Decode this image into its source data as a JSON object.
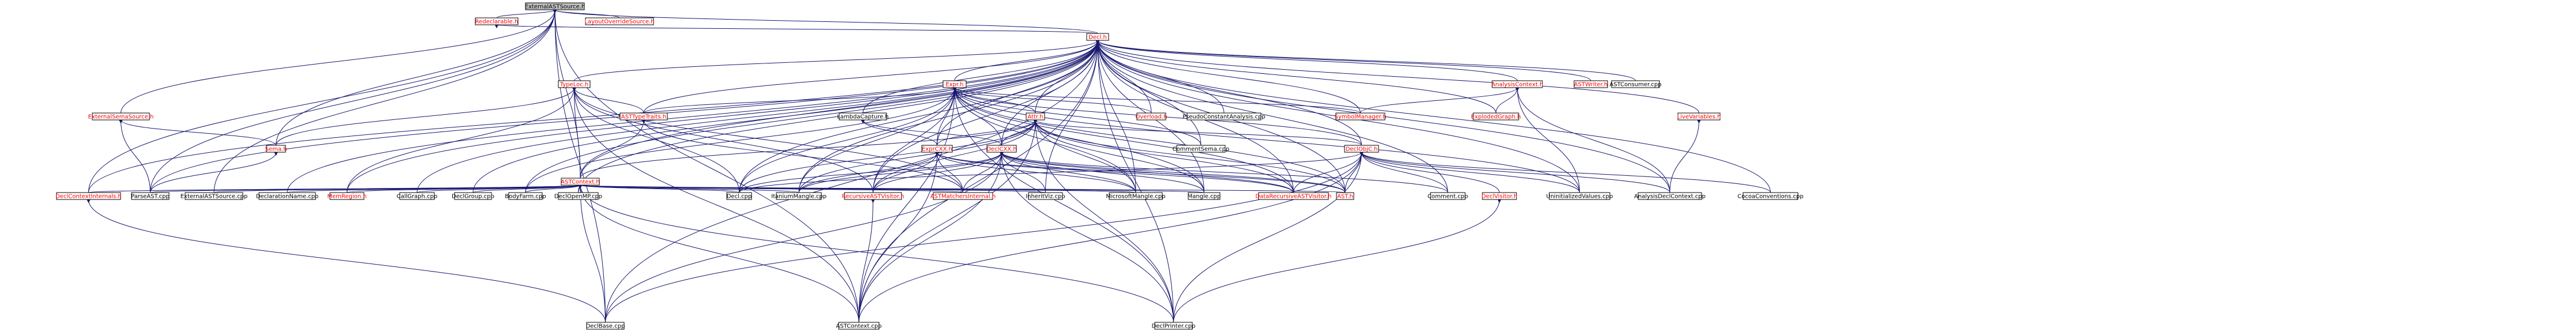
{
  "colors": {
    "edge": "#191970",
    "header_text": "#ff0000",
    "source_text": "#000000",
    "root_fill": "#bfbfbf",
    "node_fill": "#ffffff"
  },
  "nodes": [
    {
      "id": "n0",
      "label": "ExternalASTSource.h",
      "kind": "root"
    },
    {
      "id": "n1",
      "label": "Redeclarable.h",
      "kind": "header"
    },
    {
      "id": "n2",
      "label": "LayoutOverrideSource.h",
      "kind": "header"
    },
    {
      "id": "n3",
      "label": "Decl.h",
      "kind": "header"
    },
    {
      "id": "n4",
      "label": "TypeLoc.h",
      "kind": "header"
    },
    {
      "id": "n5",
      "label": "Expr.h",
      "kind": "header"
    },
    {
      "id": "n6",
      "label": "AnalysisContext.h",
      "kind": "header"
    },
    {
      "id": "n7",
      "label": "ASTWriter.h",
      "kind": "header"
    },
    {
      "id": "n8",
      "label": "ASTConsumer.cpp",
      "kind": "source"
    },
    {
      "id": "n9",
      "label": "ExternalSemaSource.h",
      "kind": "header"
    },
    {
      "id": "n10",
      "label": "ASTTypeTraits.h",
      "kind": "header"
    },
    {
      "id": "n11",
      "label": "LambdaCapture.h",
      "kind": "source"
    },
    {
      "id": "n12",
      "label": "Attr.h",
      "kind": "header"
    },
    {
      "id": "n13",
      "label": "Overload.h",
      "kind": "header"
    },
    {
      "id": "n14",
      "label": "PseudoConstantAnalysis.cpp",
      "kind": "source"
    },
    {
      "id": "n15",
      "label": "SymbolManager.h",
      "kind": "header"
    },
    {
      "id": "n16",
      "label": "ExplodedGraph.h",
      "kind": "header"
    },
    {
      "id": "n17",
      "label": "LiveVariables.h",
      "kind": "header"
    },
    {
      "id": "n18",
      "label": "Sema.h",
      "kind": "header"
    },
    {
      "id": "n19",
      "label": "ExprCXX.h",
      "kind": "header"
    },
    {
      "id": "n20",
      "label": "DeclCXX.h",
      "kind": "header"
    },
    {
      "id": "n21",
      "label": "CommentSema.cpp",
      "kind": "source"
    },
    {
      "id": "n22",
      "label": "DeclObjC.h",
      "kind": "header"
    },
    {
      "id": "n23",
      "label": "ASTContext.h",
      "kind": "header"
    },
    {
      "id": "n24",
      "label": "DeclContextInternals.h",
      "kind": "header"
    },
    {
      "id": "n25",
      "label": "ParseAST.cpp",
      "kind": "source"
    },
    {
      "id": "n26",
      "label": "ExternalASTSource.cpp",
      "kind": "source"
    },
    {
      "id": "n27",
      "label": "DeclarationName.cpp",
      "kind": "source"
    },
    {
      "id": "n28",
      "label": "MemRegion.h",
      "kind": "header"
    },
    {
      "id": "n29",
      "label": "CallGraph.cpp",
      "kind": "source"
    },
    {
      "id": "n30",
      "label": "DeclGroup.cpp",
      "kind": "source"
    },
    {
      "id": "n31",
      "label": "BodyFarm.cpp",
      "kind": "source"
    },
    {
      "id": "n32",
      "label": "DeclOpenMP.cpp",
      "kind": "source"
    },
    {
      "id": "n33",
      "label": "Decl.cpp",
      "kind": "source"
    },
    {
      "id": "n34",
      "label": "ItaniumMangle.cpp",
      "kind": "source"
    },
    {
      "id": "n35",
      "label": "RecursiveASTVisitor.h",
      "kind": "header"
    },
    {
      "id": "n36",
      "label": "ASTMatchersInternal.h",
      "kind": "header"
    },
    {
      "id": "n37",
      "label": "InheritViz.cpp",
      "kind": "source"
    },
    {
      "id": "n38",
      "label": "MicrosoftMangle.cpp",
      "kind": "source"
    },
    {
      "id": "n39",
      "label": "Mangle.cpp",
      "kind": "source"
    },
    {
      "id": "n40",
      "label": "DataRecursiveASTVisitor.h",
      "kind": "header"
    },
    {
      "id": "n41",
      "label": "AST.h",
      "kind": "header"
    },
    {
      "id": "n42",
      "label": "Comment.cpp",
      "kind": "source"
    },
    {
      "id": "n43",
      "label": "DeclVisitor.h",
      "kind": "header"
    },
    {
      "id": "n44",
      "label": "UninitializedValues.cpp",
      "kind": "source"
    },
    {
      "id": "n45",
      "label": "AnalysisDeclContext.cpp",
      "kind": "source"
    },
    {
      "id": "n46",
      "label": "CocoaConventions.cpp",
      "kind": "source"
    },
    {
      "id": "n47",
      "label": "DeclBase.cpp",
      "kind": "source"
    },
    {
      "id": "n48",
      "label": "ASTContext.cpp",
      "kind": "source"
    },
    {
      "id": "n49",
      "label": "DeclPrinter.cpp",
      "kind": "source"
    }
  ],
  "edges": [
    [
      "n0",
      "n1"
    ],
    [
      "n0",
      "n2"
    ],
    [
      "n0",
      "n3"
    ],
    [
      "n0",
      "n9"
    ],
    [
      "n0",
      "n18"
    ],
    [
      "n0",
      "n23"
    ],
    [
      "n0",
      "n24"
    ],
    [
      "n0",
      "n25"
    ],
    [
      "n0",
      "n26"
    ],
    [
      "n0",
      "n47"
    ],
    [
      "n0",
      "n48"
    ],
    [
      "n1",
      "n3"
    ],
    [
      "n3",
      "n4"
    ],
    [
      "n3",
      "n5"
    ],
    [
      "n3",
      "n6"
    ],
    [
      "n3",
      "n7"
    ],
    [
      "n3",
      "n8"
    ],
    [
      "n3",
      "n10"
    ],
    [
      "n3",
      "n11"
    ],
    [
      "n3",
      "n12"
    ],
    [
      "n3",
      "n13"
    ],
    [
      "n3",
      "n14"
    ],
    [
      "n3",
      "n15"
    ],
    [
      "n3",
      "n16"
    ],
    [
      "n3",
      "n17"
    ],
    [
      "n3",
      "n19"
    ],
    [
      "n3",
      "n20"
    ],
    [
      "n3",
      "n21"
    ],
    [
      "n3",
      "n22"
    ],
    [
      "n3",
      "n23"
    ],
    [
      "n3",
      "n24"
    ],
    [
      "n3",
      "n25"
    ],
    [
      "n3",
      "n27"
    ],
    [
      "n3",
      "n28"
    ],
    [
      "n3",
      "n29"
    ],
    [
      "n3",
      "n30"
    ],
    [
      "n3",
      "n31"
    ],
    [
      "n3",
      "n32"
    ],
    [
      "n3",
      "n33"
    ],
    [
      "n3",
      "n34"
    ],
    [
      "n3",
      "n35"
    ],
    [
      "n3",
      "n37"
    ],
    [
      "n3",
      "n38"
    ],
    [
      "n3",
      "n39"
    ],
    [
      "n3",
      "n40"
    ],
    [
      "n3",
      "n41"
    ],
    [
      "n3",
      "n42"
    ],
    [
      "n3",
      "n44"
    ],
    [
      "n3",
      "n45"
    ],
    [
      "n3",
      "n46"
    ],
    [
      "n3",
      "n47"
    ],
    [
      "n3",
      "n48"
    ],
    [
      "n3",
      "n49"
    ],
    [
      "n4",
      "n10"
    ],
    [
      "n4",
      "n18"
    ],
    [
      "n4",
      "n23"
    ],
    [
      "n4",
      "n28"
    ],
    [
      "n4",
      "n33"
    ],
    [
      "n4",
      "n35"
    ],
    [
      "n4",
      "n36"
    ],
    [
      "n4",
      "n48"
    ],
    [
      "n5",
      "n10"
    ],
    [
      "n5",
      "n12"
    ],
    [
      "n5",
      "n13"
    ],
    [
      "n5",
      "n15"
    ],
    [
      "n5",
      "n19"
    ],
    [
      "n5",
      "n20"
    ],
    [
      "n5",
      "n21"
    ],
    [
      "n5",
      "n22"
    ],
    [
      "n5",
      "n31"
    ],
    [
      "n5",
      "n33"
    ],
    [
      "n5",
      "n34"
    ],
    [
      "n5",
      "n35"
    ],
    [
      "n5",
      "n38"
    ],
    [
      "n5",
      "n39"
    ],
    [
      "n5",
      "n40"
    ],
    [
      "n5",
      "n41"
    ],
    [
      "n5",
      "n44"
    ],
    [
      "n5",
      "n48"
    ],
    [
      "n5",
      "n49"
    ],
    [
      "n6",
      "n15"
    ],
    [
      "n6",
      "n16"
    ],
    [
      "n6",
      "n44"
    ],
    [
      "n6",
      "n45"
    ],
    [
      "n9",
      "n18"
    ],
    [
      "n9",
      "n25"
    ],
    [
      "n10",
      "n23"
    ],
    [
      "n10",
      "n36"
    ],
    [
      "n11",
      "n19"
    ],
    [
      "n11",
      "n20"
    ],
    [
      "n12",
      "n19"
    ],
    [
      "n12",
      "n20"
    ],
    [
      "n12",
      "n22"
    ],
    [
      "n12",
      "n23"
    ],
    [
      "n12",
      "n33"
    ],
    [
      "n12",
      "n34"
    ],
    [
      "n12",
      "n35"
    ],
    [
      "n12",
      "n38"
    ],
    [
      "n12",
      "n39"
    ],
    [
      "n12",
      "n40"
    ],
    [
      "n12",
      "n41"
    ],
    [
      "n12",
      "n48"
    ],
    [
      "n12",
      "n49"
    ],
    [
      "n17",
      "n45"
    ],
    [
      "n18",
      "n25"
    ],
    [
      "n19",
      "n34"
    ],
    [
      "n19",
      "n35"
    ],
    [
      "n19",
      "n36"
    ],
    [
      "n19",
      "n38"
    ],
    [
      "n19",
      "n40"
    ],
    [
      "n19",
      "n41"
    ],
    [
      "n19",
      "n48"
    ],
    [
      "n20",
      "n33"
    ],
    [
      "n20",
      "n34"
    ],
    [
      "n20",
      "n35"
    ],
    [
      "n20",
      "n36"
    ],
    [
      "n20",
      "n37"
    ],
    [
      "n20",
      "n38"
    ],
    [
      "n20",
      "n39"
    ],
    [
      "n20",
      "n40"
    ],
    [
      "n20",
      "n41"
    ],
    [
      "n20",
      "n42"
    ],
    [
      "n20",
      "n47"
    ],
    [
      "n20",
      "n48"
    ],
    [
      "n20",
      "n49"
    ],
    [
      "n22",
      "n33"
    ],
    [
      "n22",
      "n40"
    ],
    [
      "n22",
      "n41"
    ],
    [
      "n22",
      "n42"
    ],
    [
      "n22",
      "n43"
    ],
    [
      "n22",
      "n44"
    ],
    [
      "n22",
      "n45"
    ],
    [
      "n22",
      "n46"
    ],
    [
      "n22",
      "n47"
    ],
    [
      "n22",
      "n48"
    ],
    [
      "n22",
      "n49"
    ],
    [
      "n23",
      "n24"
    ],
    [
      "n23",
      "n25"
    ],
    [
      "n23",
      "n26"
    ],
    [
      "n23",
      "n27"
    ],
    [
      "n23",
      "n28"
    ],
    [
      "n23",
      "n29"
    ],
    [
      "n23",
      "n30"
    ],
    [
      "n23",
      "n31"
    ],
    [
      "n23",
      "n32"
    ],
    [
      "n23",
      "n33"
    ],
    [
      "n23",
      "n34"
    ],
    [
      "n23",
      "n36"
    ],
    [
      "n23",
      "n37"
    ],
    [
      "n23",
      "n38"
    ],
    [
      "n23",
      "n39"
    ],
    [
      "n23",
      "n41"
    ],
    [
      "n23",
      "n47"
    ],
    [
      "n23",
      "n48"
    ],
    [
      "n23",
      "n49"
    ],
    [
      "n24",
      "n47"
    ],
    [
      "n35",
      "n48"
    ],
    [
      "n43",
      "n49"
    ]
  ]
}
